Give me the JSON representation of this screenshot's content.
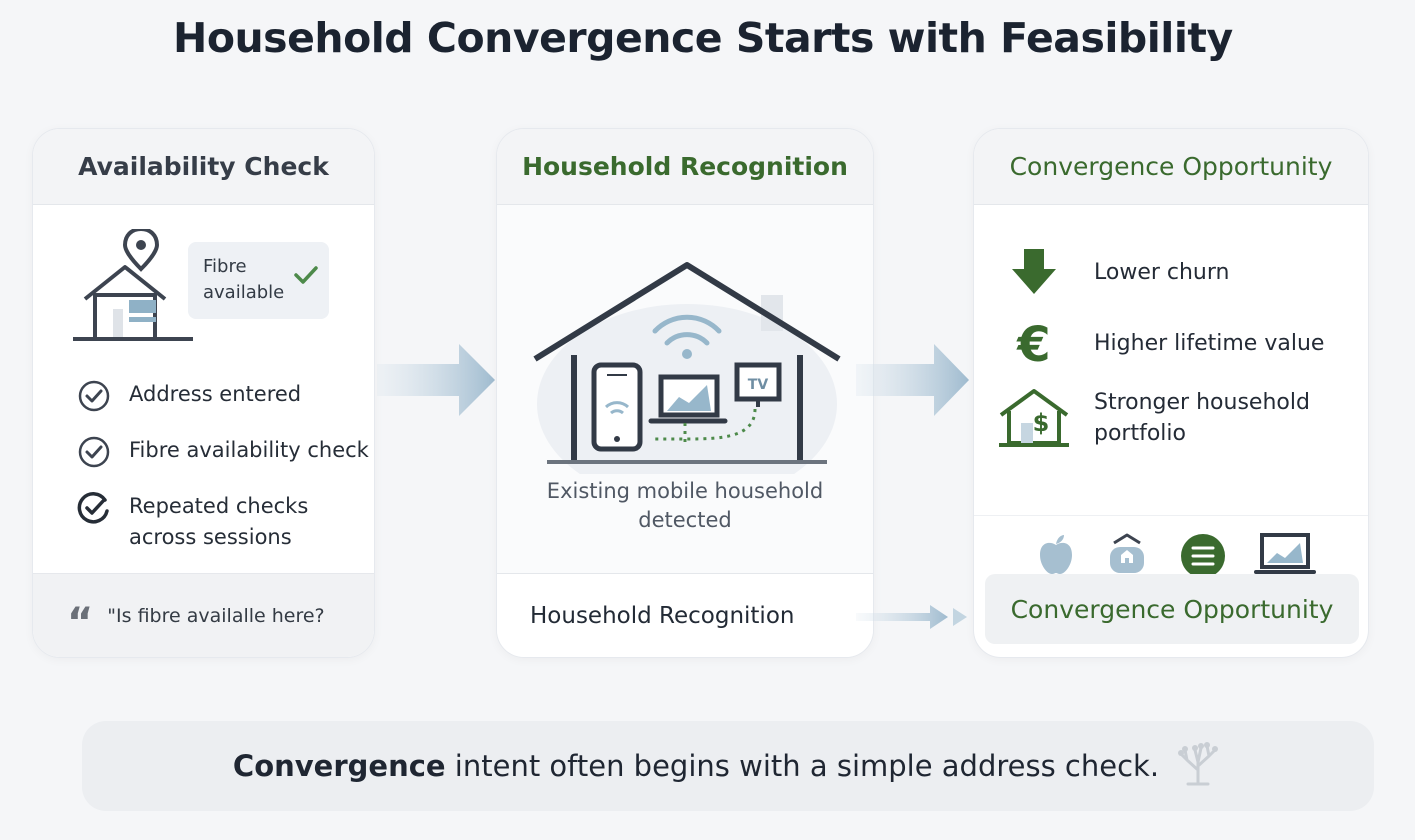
{
  "title": "Household Convergence Starts with Feasibility",
  "colors": {
    "accent_green": "#3a6a2e",
    "slate": "#363d48",
    "light_blue": "#a8c4d6",
    "check_green": "#4d8a4a"
  },
  "availability": {
    "heading": "Availability Check",
    "badge_line1": "Fibre",
    "badge_line2": "available",
    "checks": [
      {
        "lines": [
          "Address entered"
        ]
      },
      {
        "lines": [
          "Fibre availability check"
        ]
      },
      {
        "lines": [
          "Repeated checks",
          "across sessions"
        ]
      }
    ],
    "quote": "\"Is fibre availalle here?"
  },
  "recognition": {
    "heading": "Household Recognition",
    "tv_label": "TV",
    "caption_line1": "Existing mobile household",
    "caption_line2": "detected",
    "footer": "Household Recognition"
  },
  "opportunity": {
    "heading": "Convergence Opportunity",
    "benefits": [
      {
        "icon": "down-arrow-icon",
        "lines": [
          "Lower churn"
        ]
      },
      {
        "icon": "euro-icon",
        "lines": [
          "Higher lifetime value"
        ]
      },
      {
        "icon": "house-dollar-icon",
        "lines": [
          "Stronger household",
          "portfolio"
        ]
      }
    ],
    "mini_icons": [
      "apple-icon",
      "smart-home-icon",
      "menu-circle-icon",
      "laptop-chart-icon"
    ],
    "footer": "Convergence Opportunity"
  },
  "banner": {
    "bold": "Convergence",
    "rest": " intent often begins with a simple address check."
  }
}
